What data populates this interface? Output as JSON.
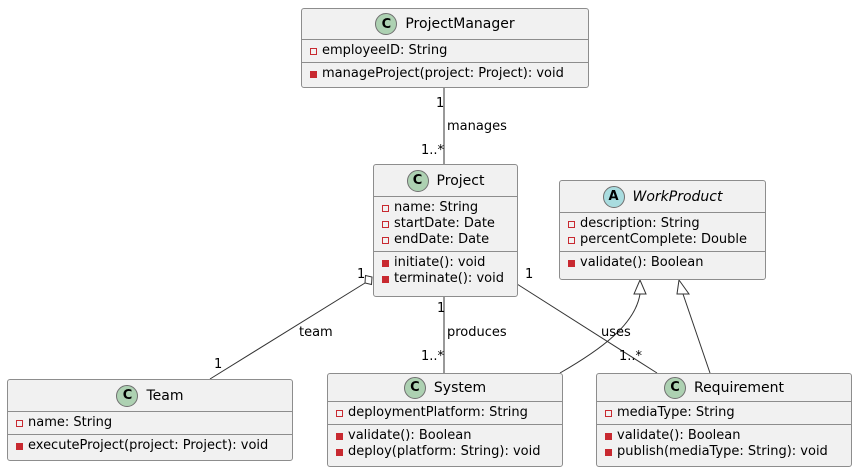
{
  "classes": {
    "project_manager": {
      "name": "ProjectManager",
      "stereotype_icon": "C",
      "abstract": false,
      "attributes": [
        "employeeID: String"
      ],
      "methods": [
        "manageProject(project: Project): void"
      ]
    },
    "project": {
      "name": "Project",
      "stereotype_icon": "C",
      "abstract": false,
      "attributes": [
        "name: String",
        "startDate: Date",
        "endDate: Date"
      ],
      "methods": [
        "initiate(): void",
        "terminate(): void"
      ]
    },
    "work_product": {
      "name": "WorkProduct",
      "stereotype_icon": "A",
      "abstract": true,
      "attributes": [
        "description: String",
        "percentComplete: Double"
      ],
      "methods": [
        "validate(): Boolean"
      ]
    },
    "team": {
      "name": "Team",
      "stereotype_icon": "C",
      "abstract": false,
      "attributes": [
        "name: String"
      ],
      "methods": [
        "executeProject(project: Project): void"
      ]
    },
    "system": {
      "name": "System",
      "stereotype_icon": "C",
      "abstract": false,
      "attributes": [
        "deploymentPlatform: String"
      ],
      "methods": [
        "validate(): Boolean",
        "deploy(platform: String): void"
      ]
    },
    "requirement": {
      "name": "Requirement",
      "stereotype_icon": "C",
      "abstract": false,
      "attributes": [
        "mediaType: String"
      ],
      "methods": [
        "validate(): Boolean",
        "publish(mediaType: String): void"
      ]
    }
  },
  "relations": {
    "manages": {
      "label": "manages",
      "source_mult": "1",
      "target_mult": "1..*"
    },
    "team": {
      "label": "team",
      "source_mult": "1",
      "target_mult": "1"
    },
    "produces": {
      "label": "produces",
      "source_mult": "1",
      "target_mult": "1..*"
    },
    "uses": {
      "label": "uses",
      "source_mult": "1",
      "target_mult": "1..*"
    }
  },
  "colors": {
    "class_fill": "#f1f1f1",
    "class_border": "#8d8d8d",
    "class_icon": "#add1b2",
    "abstract_icon": "#a9dcdf",
    "private_marker": "#c82930",
    "edge": "#333333"
  }
}
